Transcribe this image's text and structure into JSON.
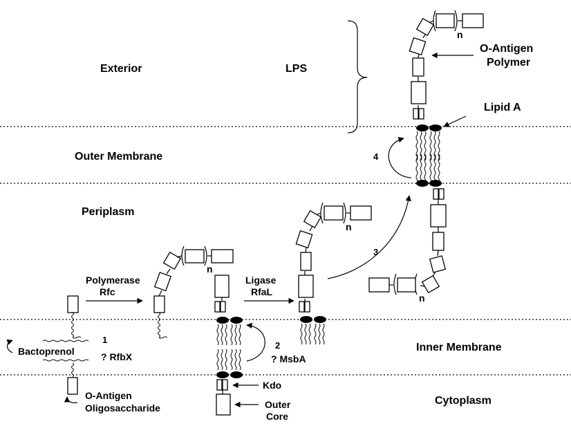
{
  "regions": {
    "exterior": "Exterior",
    "lps": "LPS",
    "outer_membrane": "Outer Membrane",
    "periplasm": "Periplasm",
    "inner_membrane": "Inner Membrane",
    "cytoplasm": "Cytoplasm"
  },
  "labels": {
    "o_antigen_polymer_1": "O-Antigen",
    "o_antigen_polymer_2": "Polymer",
    "lipid_a": "Lipid A",
    "polymerase_1": "Polymerase",
    "polymerase_2": "Rfc",
    "ligase_1": "Ligase",
    "ligase_2": "RfaL",
    "bactoprenol": "Bactoprenol",
    "rfbx": "? RfbX",
    "msba": "? MsbA",
    "kdo": "Kdo",
    "outer_core_1": "Outer",
    "outer_core_2": "Core",
    "oligo_1": "O-Antigen",
    "oligo_2": "Oligosaccharide",
    "repeat_n": "n"
  },
  "steps": [
    "1",
    "2",
    "3",
    "4"
  ],
  "colors": {
    "ink": "#000000",
    "background": "#ffffff"
  }
}
